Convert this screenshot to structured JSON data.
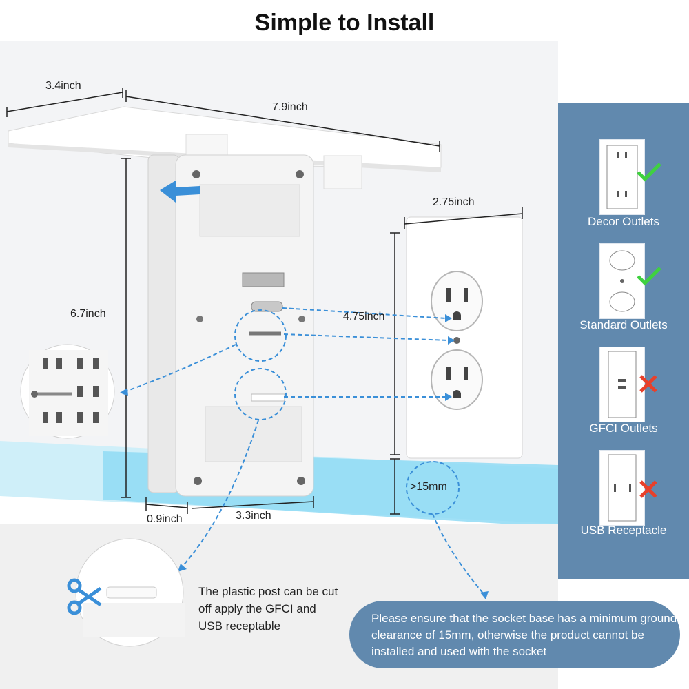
{
  "title": "Simple to Install",
  "dimensions": {
    "shelf_depth": "3.4inch",
    "shelf_width": "7.9inch",
    "height": "6.7inch",
    "plate_width": "2.75inch",
    "outlet_spacing": "4.75inch",
    "base_depth": "0.9inch",
    "base_width": "3.3inch",
    "ground_clearance": ">15mm"
  },
  "compatibility": [
    {
      "label": "Decor Outlets",
      "status": "check"
    },
    {
      "label": "Standard Outlets",
      "status": "check"
    },
    {
      "label": "GFCI Outlets",
      "status": "cross"
    },
    {
      "label": "USB Receptacle",
      "status": "cross"
    }
  ],
  "colors": {
    "panel": "#6189ae",
    "check": "#3fd13f",
    "cross": "#e8402a",
    "dash": "#3a8fd8",
    "floor_band": "#7fd6f2"
  },
  "post_note": "The plastic post can be cut off apply the GFCI and USB receptable",
  "clearance_note": "Please ensure that the socket base has a minimum ground clearance of 15mm, otherwise the product cannot be installed and used with the socket",
  "icons": [
    "scissors-icon",
    "check-icon",
    "cross-icon"
  ]
}
